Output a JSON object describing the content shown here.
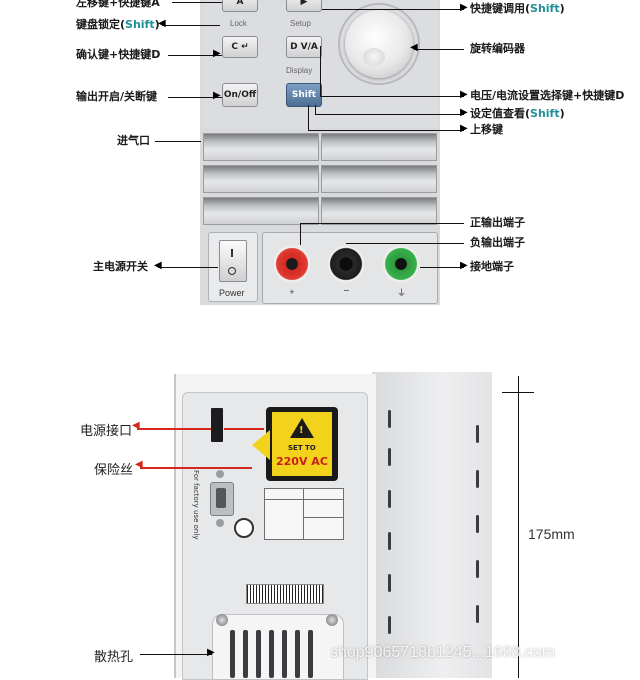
{
  "front_panel": {
    "key_labels": {
      "left_top": "左移键+快捷键A",
      "keylock_prefix": "键盘锁定(",
      "keylock_shift": "Shift",
      "keylock_suffix": ")",
      "confirm": "确认键+快捷键D",
      "output": "输出开启/关断键",
      "quick_prefix": "快捷键调用(",
      "quick_shift": "Shift",
      "quick_suffix": ")",
      "encoder": "旋转编码器",
      "voltage_select": "电压/电流设置选择键+快捷键D",
      "setpoint_prefix": "设定值查看(",
      "setpoint_shift": "Shift",
      "setpoint_suffix": ")",
      "up": "上移键",
      "air_inlet": "进气口",
      "pos_terminal": "正输出端子",
      "neg_terminal": "负输出端子",
      "ground_terminal": "接地端子",
      "main_switch": "主电源开关"
    },
    "panel_text": {
      "lock": "Lock",
      "setup": "Setup",
      "display": "Display",
      "on_off_key": "On/Off",
      "shift_key": "Shift",
      "dva_key": "D V/A",
      "c_key": "C",
      "a_key": "A",
      "power": "Power",
      "pos_mark": "+",
      "neg_mark": "−",
      "gnd_mark": "⏚"
    }
  },
  "rear_panel": {
    "labels": {
      "power_port": "电源接口",
      "fuse": "保险丝",
      "heat_vent": "散热孔"
    },
    "dimension": "175mm",
    "voltage_sticker": {
      "set_to": "SET TO",
      "value": "220V AC"
    },
    "side_text": "For factory use only",
    "watermark": "shop9065718b1245...1688.com"
  },
  "colors": {
    "accent_red": "#d8271c",
    "shift_teal": "#1f8f9a",
    "sticker_yellow": "#f2d21b"
  }
}
